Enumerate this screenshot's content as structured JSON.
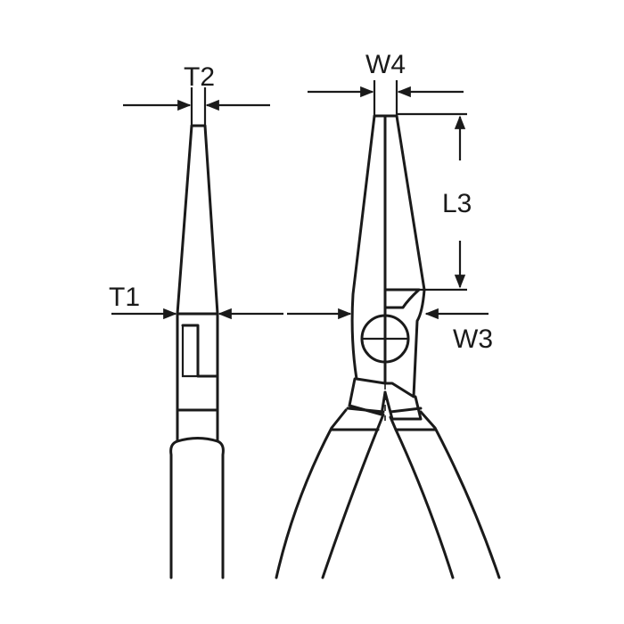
{
  "diagram": {
    "labels": {
      "t2": "T2",
      "w4": "W4",
      "l3": "L3",
      "t1": "T1",
      "w3": "W3"
    },
    "colors": {
      "line": "#1a1a1a",
      "background": "#ffffff"
    }
  }
}
